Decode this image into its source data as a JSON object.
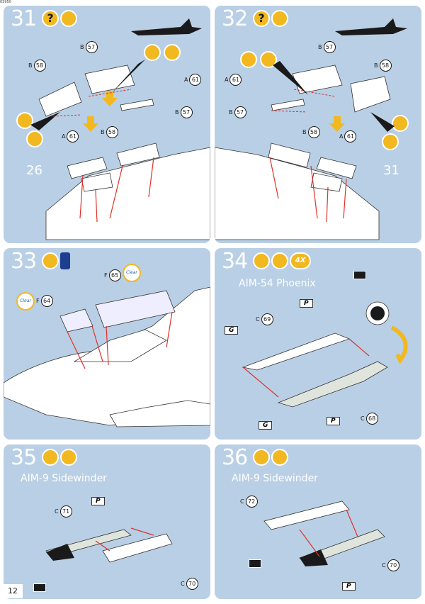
{
  "page": {
    "number": "12",
    "corner_code": "03950"
  },
  "steps": [
    {
      "number": "31",
      "icons": [
        "question-icon",
        "glue-icon"
      ],
      "labels": [
        {
          "letter": "B",
          "num": "58"
        },
        {
          "letter": "B",
          "num": "57"
        },
        {
          "letter": "A",
          "num": "61"
        },
        {
          "letter": "A",
          "num": "61"
        },
        {
          "letter": "B",
          "num": "58"
        },
        {
          "letter": "B",
          "num": "57"
        }
      ],
      "ref": "26"
    },
    {
      "number": "32",
      "icons": [
        "question-icon",
        "glue-icon"
      ],
      "labels": [
        {
          "letter": "B",
          "num": "57"
        },
        {
          "letter": "B",
          "num": "58"
        },
        {
          "letter": "A",
          "num": "61"
        },
        {
          "letter": "B",
          "num": "57"
        },
        {
          "letter": "B",
          "num": "58"
        },
        {
          "letter": "A",
          "num": "61"
        }
      ],
      "ref": "31"
    },
    {
      "number": "33",
      "icons": [
        "cement-icon",
        "paint-bottle-icon"
      ],
      "clear": "Clear",
      "labels": [
        {
          "letter": "F",
          "num": "65"
        },
        {
          "letter": "F",
          "num": "64"
        }
      ]
    },
    {
      "number": "34",
      "icons": [
        "cement-icon",
        "paint-brush-icon"
      ],
      "multiplier": "4X",
      "title": "AIM-54 Phoenix",
      "labels": [
        {
          "letter": "C",
          "num": "69"
        },
        {
          "letter": "C",
          "num": "68"
        }
      ],
      "flags": [
        "P",
        "G",
        "G",
        "P"
      ]
    },
    {
      "number": "35",
      "icons": [
        "cement-icon",
        "paint-brush-icon"
      ],
      "title": "AIM-9 Sidewinder",
      "labels": [
        {
          "letter": "C",
          "num": "71"
        },
        {
          "letter": "C",
          "num": "70"
        }
      ],
      "flags": [
        "P"
      ]
    },
    {
      "number": "36",
      "icons": [
        "cement-icon",
        "paint-brush-icon"
      ],
      "title": "AIM-9 Sidewinder",
      "labels": [
        {
          "letter": "C",
          "num": "72"
        },
        {
          "letter": "C",
          "num": "70"
        }
      ],
      "flags": [
        "P"
      ]
    }
  ],
  "colors": {
    "panel": "#b9cfe5",
    "accent": "#f2b820",
    "arrow": "#e0312a",
    "text": "#ffffff"
  }
}
